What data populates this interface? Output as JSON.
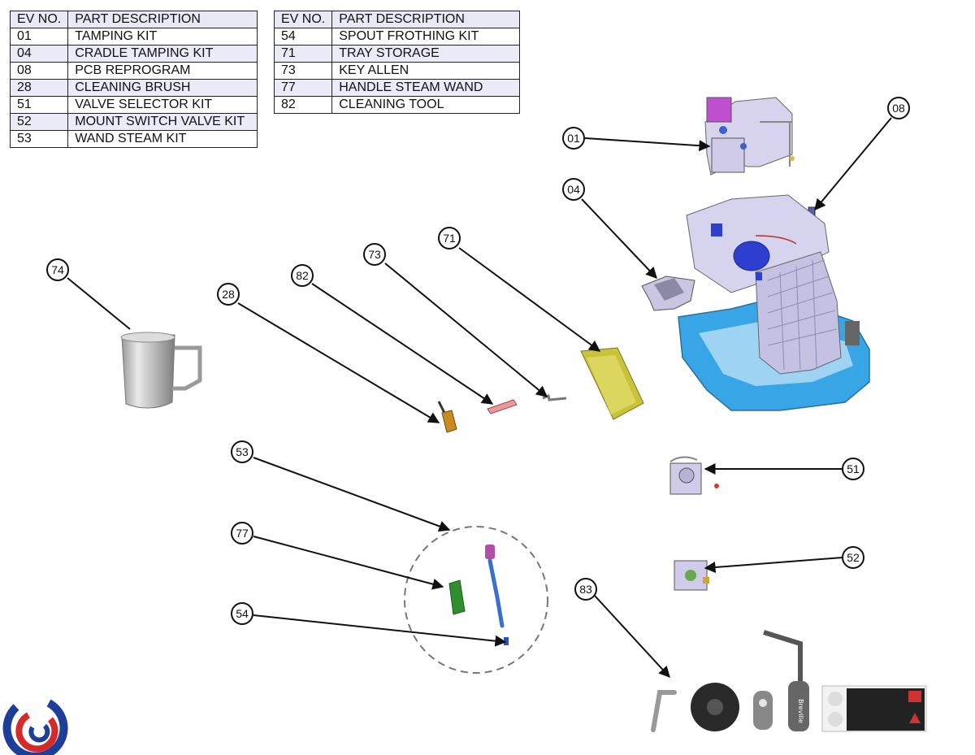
{
  "tables": {
    "left": {
      "headers": [
        "EV NO.",
        "PART DESCRIPTION"
      ],
      "rows": [
        [
          "01",
          "TAMPING KIT"
        ],
        [
          "04",
          "CRADLE TAMPING KIT"
        ],
        [
          "08",
          "PCB REPROGRAM"
        ],
        [
          "28",
          "CLEANING BRUSH"
        ],
        [
          "51",
          "VALVE SELECTOR KIT"
        ],
        [
          "52",
          "MOUNT SWITCH VALVE KIT"
        ],
        [
          "53",
          "WAND STEAM KIT"
        ]
      ]
    },
    "right": {
      "headers": [
        "EV NO.",
        "PART DESCRIPTION"
      ],
      "rows": [
        [
          "54",
          "SPOUT FROTHING KIT"
        ],
        [
          "71",
          "TRAY STORAGE"
        ],
        [
          "73",
          "KEY ALLEN"
        ],
        [
          "77",
          "HANDLE STEAM WAND"
        ],
        [
          "82",
          "CLEANING TOOL"
        ]
      ]
    }
  },
  "callouts": {
    "c01": "01",
    "c04": "04",
    "c08": "08",
    "c28": "28",
    "c51": "51",
    "c52": "52",
    "c53": "53",
    "c54": "54",
    "c71": "71",
    "c73": "73",
    "c74": "74",
    "c77": "77",
    "c82": "82",
    "c83": "83"
  },
  "labels": {
    "brand_on_tool": "Breville"
  },
  "colors": {
    "machine_blue": "#38a6e6",
    "machine_body": "#c9c6e8",
    "tray_yellow": "#c9c23a",
    "brush_orange": "#c98a1e",
    "handle_green": "#2f8f2f",
    "wand_blue": "#3a6fd0",
    "logo_red": "#d42a2a",
    "logo_blue": "#1d3f9a"
  }
}
